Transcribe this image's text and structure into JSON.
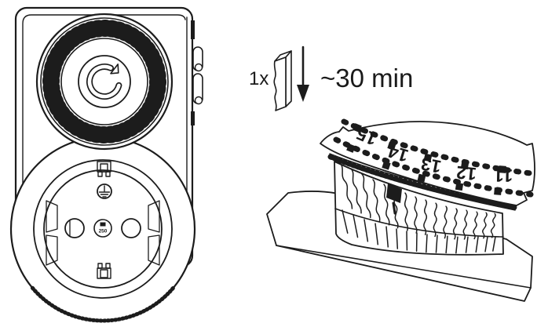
{
  "colors": {
    "line": "#1c1c1c",
    "background": "#ffffff"
  },
  "instruction": {
    "quantity_label": "1x",
    "duration_label": "~30 min"
  },
  "dial_closeup": {
    "scale_numbers": [
      "15",
      "14",
      "13",
      "12",
      "11"
    ]
  },
  "socket": {
    "rating_marking": "250"
  }
}
